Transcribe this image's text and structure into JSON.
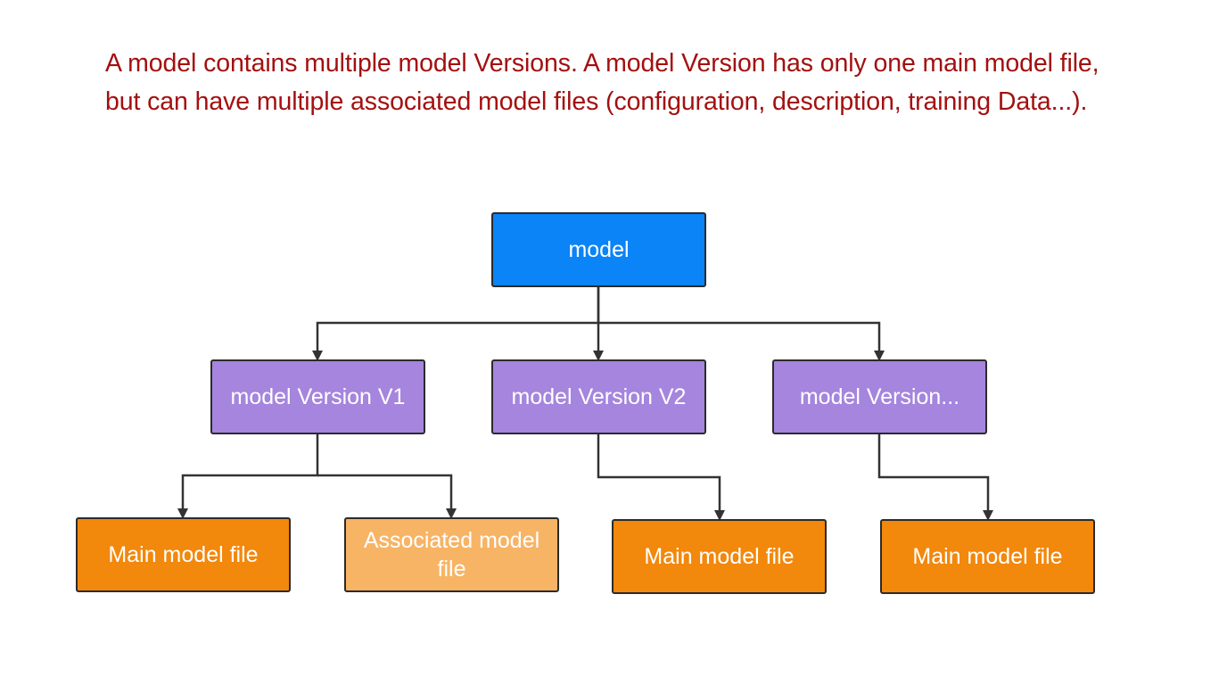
{
  "caption": {
    "line1": "A model contains multiple model Versions. A model Version has only one main model file,",
    "line2": "but can have multiple associated model files (configuration, description, training Data...)."
  },
  "diagram": {
    "root": {
      "label": "model",
      "color": "#0a84f6"
    },
    "versions": [
      {
        "label": "model Version V1",
        "color": "#a585dd"
      },
      {
        "label": "model Version V2",
        "color": "#a585dd"
      },
      {
        "label": "model Version...",
        "color": "#a585dd"
      }
    ],
    "files": [
      {
        "label": "Main model file",
        "color": "#f2880c"
      },
      {
        "label": "Associated model file",
        "color": "#f7b465"
      },
      {
        "label": "Main model file",
        "color": "#f2880c"
      },
      {
        "label": "Main model file",
        "color": "#f2880c"
      }
    ],
    "edges": [
      {
        "from": "model",
        "to": "model Version V1"
      },
      {
        "from": "model",
        "to": "model Version V2"
      },
      {
        "from": "model",
        "to": "model Version..."
      },
      {
        "from": "model Version V1",
        "to": "Main model file"
      },
      {
        "from": "model Version V1",
        "to": "Associated model file"
      },
      {
        "from": "model Version V2",
        "to": "Main model file"
      },
      {
        "from": "model Version...",
        "to": "Main model file"
      }
    ]
  }
}
